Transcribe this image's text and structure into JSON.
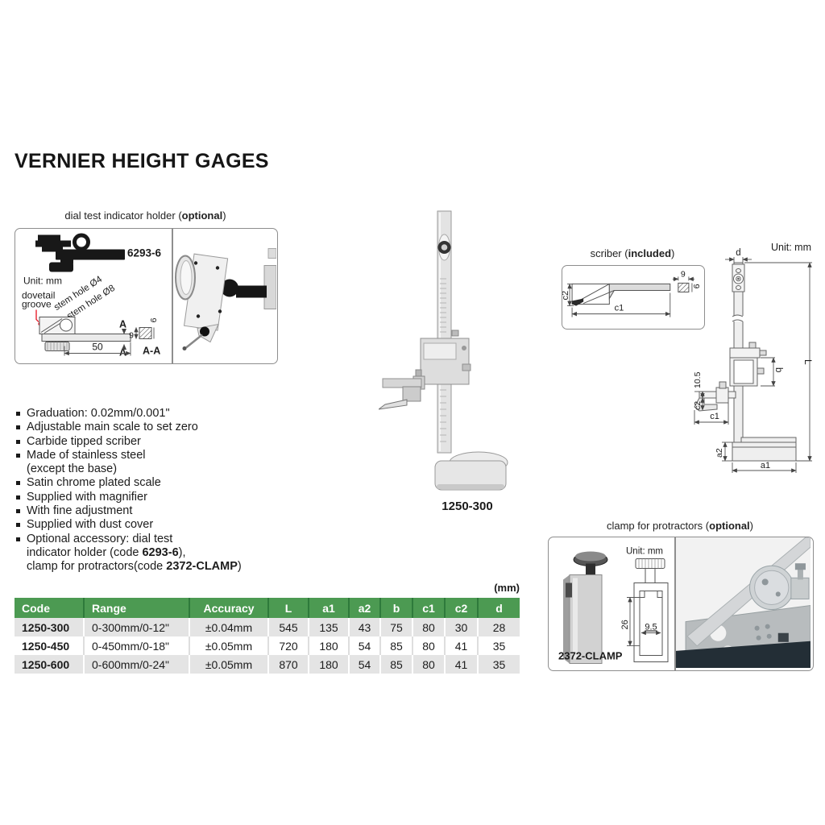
{
  "page": {
    "title": "VERNIER HEIGHT GAGES"
  },
  "colors": {
    "header_green": "#4c9a52",
    "header_divider_green": "#2e7a3b",
    "row_gray": "#e4e4e4",
    "leader_red": "#e8212e"
  },
  "dial_holder": {
    "caption": {
      "pre": "dial test indicator holder (",
      "bold": "optional",
      "suf": ")"
    },
    "code": "6293-6",
    "unit": "Unit: mm",
    "dovetail_line1": "dovetail",
    "dovetail_line2": "groove",
    "stem_hole_4": "stem hole Ø4",
    "stem_hole_8": "stem hole Ø8",
    "dim_50": "50",
    "section_a_top": "A",
    "section_a_bottom": "A",
    "dim_9_left": "9",
    "dim_9_rot": "9",
    "section_label": "A-A"
  },
  "product": {
    "code": "1250-300"
  },
  "scriber": {
    "caption": {
      "pre": "scriber (",
      "bold": "included",
      "suf": ")"
    },
    "dim_c2": "c2",
    "dim_c1": "c1",
    "dim_9_top": "9",
    "dim_9_rot": "9"
  },
  "drawing": {
    "unit": "Unit: mm",
    "dim_d": "d",
    "dim_L": "L",
    "dim_b": "b",
    "dim_105": "10.5",
    "dim_c2": "c2",
    "dim_c1": "c1",
    "dim_a2": "a2",
    "dim_a1": "a1"
  },
  "features": {
    "items": [
      {
        "l0": "Graduation: 0.02mm/0.001\""
      },
      {
        "l0": "Adjustable main scale to set zero"
      },
      {
        "l0": "Carbide tipped scriber"
      },
      {
        "l0": "Made of stainless steel",
        "l1": "(except the base)"
      },
      {
        "l0": "Satin chrome plated scale"
      },
      {
        "l0": "Supplied with magnifier"
      },
      {
        "l0": "With fine adjustment"
      },
      {
        "l0": "Supplied with dust cover"
      },
      {
        "l0": "Optional accessory: dial test",
        "l1_pre": "indicator holder (code ",
        "l1_bold": "6293-6",
        "l1_suf": "),",
        "l2_pre": "clamp for protractors(code ",
        "l2_bold": "2372-CLAMP",
        "l2_suf": ")"
      }
    ]
  },
  "clamp": {
    "caption": {
      "pre": "clamp for protractors (",
      "bold": "optional",
      "suf": ")"
    },
    "unit": "Unit: mm",
    "code": "2372-CLAMP",
    "dim_26": "26",
    "dim_95": "9.5"
  },
  "spec_table": {
    "unit_note": "(mm)",
    "headers": [
      "Code",
      "Range",
      "Accuracy",
      "L",
      "a1",
      "a2",
      "b",
      "c1",
      "c2",
      "d"
    ],
    "rows": [
      [
        "1250-300",
        "0-300mm/0-12\"",
        "±0.04mm",
        "545",
        "135",
        "43",
        "75",
        "80",
        "30",
        "28"
      ],
      [
        "1250-450",
        "0-450mm/0-18\"",
        "±0.05mm",
        "720",
        "180",
        "54",
        "85",
        "80",
        "41",
        "35"
      ],
      [
        "1250-600",
        "0-600mm/0-24\"",
        "±0.05mm",
        "870",
        "180",
        "54",
        "85",
        "80",
        "41",
        "35"
      ]
    ]
  }
}
